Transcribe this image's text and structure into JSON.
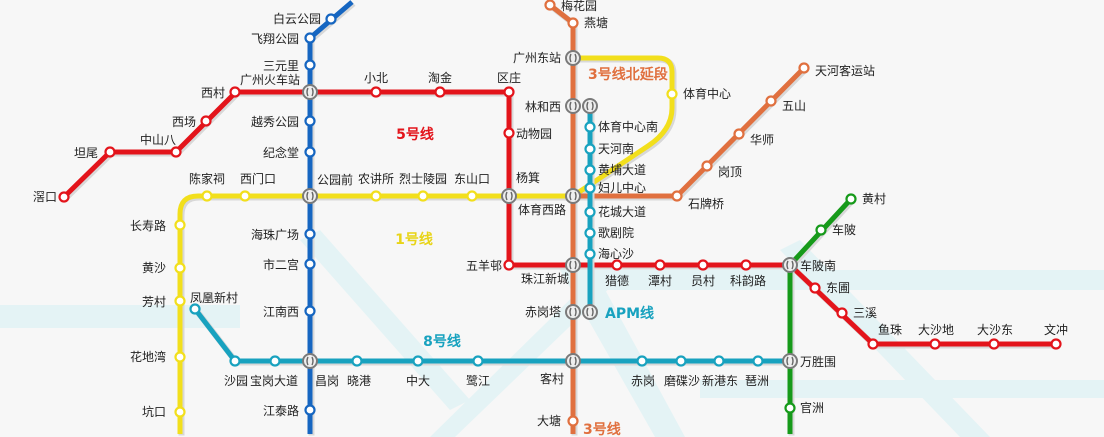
{
  "colors": {
    "background": "#f7f7f7",
    "river": "#e4f3f5",
    "line1": "#f2df1c",
    "line2": "#1666c1",
    "line3": "#e0703f",
    "line4": "#169a1a",
    "line5": "#e3141b",
    "line8": "#18a2bf",
    "apm": "#18a2bf",
    "interchange": "#7a7a7a"
  },
  "line_labels": {
    "line5": "5号线",
    "line1": "1号线",
    "line8": "8号线",
    "line3_north": "3号线北延段",
    "line3": "3号线",
    "apm": "APM线"
  },
  "lines": [
    {
      "id": "line2",
      "color_key": "line2",
      "stations": [
        "白云公园",
        "飞翔公园",
        "三元里",
        "广州火车站",
        "越秀公园",
        "纪念堂",
        "公园前",
        "海珠广场",
        "市二宫",
        "江南西",
        "昌岗",
        "江泰路"
      ]
    },
    {
      "id": "line5",
      "color_key": "line5",
      "stations": [
        "滘口",
        "坦尾",
        "中山八",
        "西场",
        "西村",
        "广州火车站",
        "小北",
        "淘金",
        "区庄",
        "动物园",
        "杨箕",
        "五羊邨",
        "珠江新城",
        "猎德",
        "潭村",
        "员村",
        "科韵路",
        "车陂南",
        "东圃",
        "三溪",
        "鱼珠",
        "大沙地",
        "大沙东",
        "文冲"
      ]
    },
    {
      "id": "line1",
      "color_key": "line1",
      "stations": [
        "坑口",
        "花地湾",
        "芳村",
        "黄沙",
        "长寿路",
        "陈家祠",
        "西门口",
        "公园前",
        "农讲所",
        "烈士陵园",
        "东山口",
        "杨箕",
        "体育西路"
      ]
    },
    {
      "id": "line3_north",
      "color_key": "line1",
      "stations": [
        "体育西路",
        "体育中心",
        "广州东站"
      ]
    },
    {
      "id": "line3",
      "color_key": "line3",
      "stations": [
        "梅花园",
        "燕塘",
        "广州东站",
        "林和西",
        "体育西路",
        "珠江新城",
        "赤岗塔",
        "客村",
        "大塘"
      ]
    },
    {
      "id": "line3_branch",
      "color_key": "line3",
      "stations": [
        "体育西路",
        "石牌桥",
        "岗顶",
        "华师",
        "五山",
        "天河客运站"
      ]
    },
    {
      "id": "apm",
      "color_key": "apm",
      "stations": [
        "林和西",
        "体育中心南",
        "天河南",
        "黄埔大道",
        "妇儿中心",
        "花城大道",
        "歌剧院",
        "海心沙",
        "赤岗塔"
      ]
    },
    {
      "id": "line8",
      "color_key": "line8",
      "stations": [
        "凤凰新村",
        "沙园",
        "宝岗大道",
        "昌岗",
        "晓港",
        "中大",
        "鹭江",
        "客村",
        "赤岗",
        "磨碟沙",
        "新港东",
        "琶洲",
        "万胜围"
      ]
    },
    {
      "id": "line4",
      "color_key": "line4",
      "stations": [
        "黄村",
        "车陂",
        "车陂南",
        "万胜围",
        "官洲"
      ]
    }
  ]
}
